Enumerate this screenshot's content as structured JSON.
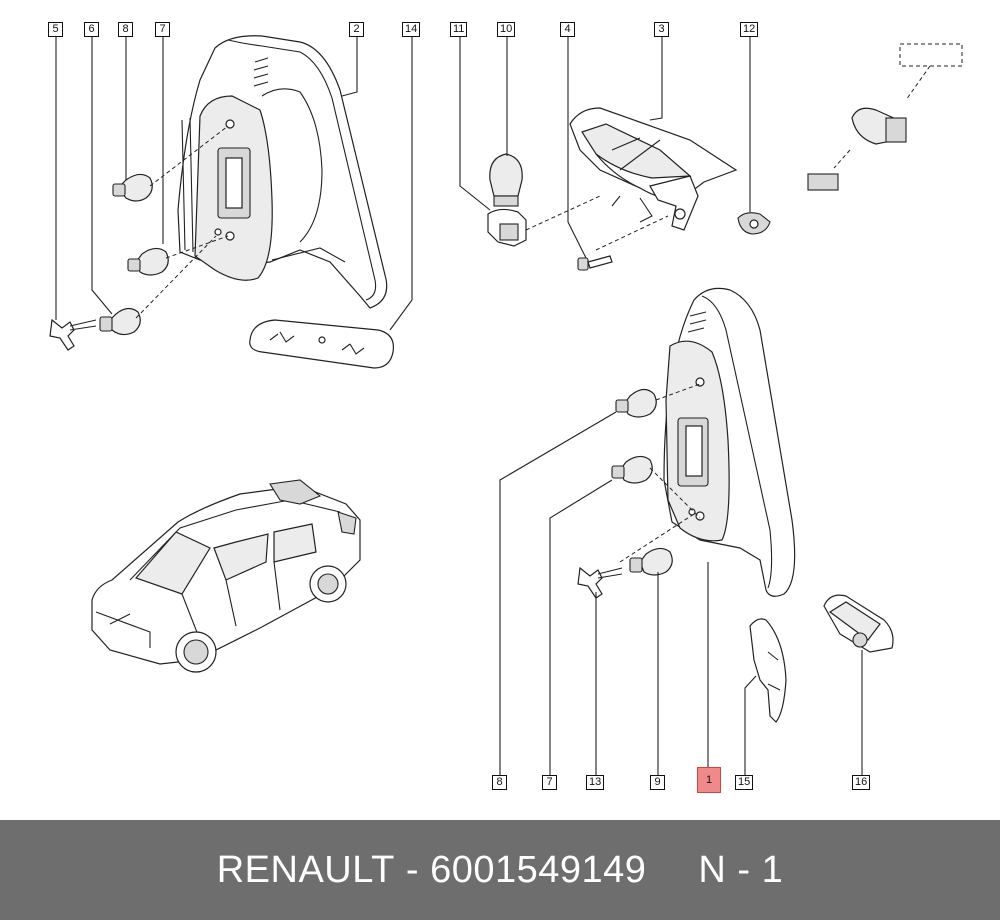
{
  "callouts": [
    "5",
    "6",
    "8",
    "7",
    "2",
    "14",
    "11",
    "10",
    "4",
    "3",
    "12",
    "8",
    "7",
    "13",
    "9",
    "1",
    "15",
    "16"
  ],
  "highlight": "1",
  "footer": {
    "brand": "RENAULT",
    "separator": "-",
    "part_number": "6001549149",
    "page_label": "N - 1"
  },
  "colors": {
    "footer_bg": "#6e6e6e",
    "highlight": "#f08a8a"
  }
}
